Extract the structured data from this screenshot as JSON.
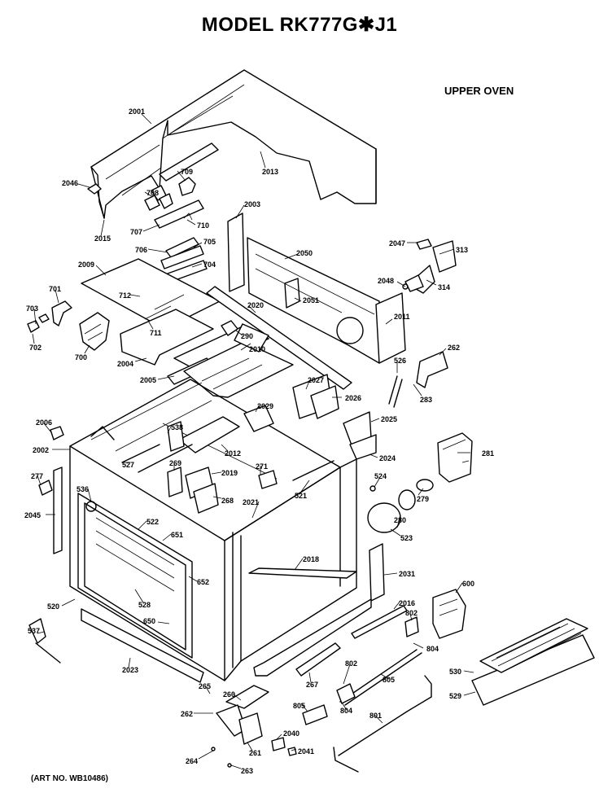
{
  "header": {
    "title": "MODEL RK777G✱J1",
    "section": "UPPER OVEN"
  },
  "footer": {
    "art_number": "(ART NO. WB10486)"
  },
  "part_labels": [
    "2001",
    "2046",
    "2013",
    "709",
    "708",
    "2015",
    "707",
    "710",
    "2003",
    "2050",
    "2047",
    "313",
    "706",
    "705",
    "704",
    "2009",
    "701",
    "712",
    "2048",
    "314",
    "2051",
    "2011",
    "703",
    "702",
    "711",
    "2020",
    "290",
    "700",
    "2010",
    "2004",
    "526",
    "262",
    "2005",
    "2027",
    "283",
    "2026",
    "2029",
    "2006",
    "538",
    "2025",
    "2012",
    "2002",
    "2024",
    "281",
    "527",
    "269",
    "271",
    "2019",
    "277",
    "524",
    "536",
    "268",
    "521",
    "279",
    "2021",
    "2045",
    "522",
    "280",
    "523",
    "651",
    "2018",
    "2031",
    "652",
    "600",
    "520",
    "528",
    "2016",
    "802",
    "650",
    "537",
    "804",
    "802",
    "2023",
    "267",
    "530",
    "805",
    "265",
    "529",
    "260",
    "804",
    "805",
    "262",
    "801",
    "2040",
    "264",
    "261",
    "2041",
    "263"
  ]
}
